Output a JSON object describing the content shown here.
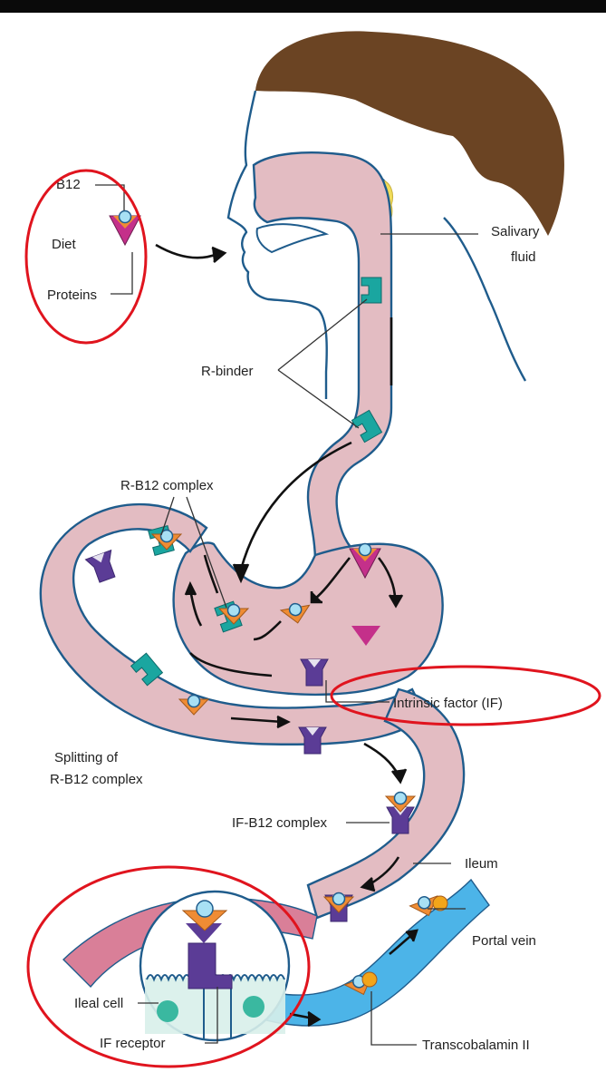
{
  "labels": {
    "b12": "B12",
    "diet": "Diet",
    "proteins": "Proteins",
    "salivary_line1": "Salivary",
    "salivary_line2": "fluid",
    "r_binder": "R-binder",
    "rb12_complex": "R-B12 complex",
    "intrinsic_factor": "Intrinsic factor (IF)",
    "splitting_line1": "Splitting of",
    "splitting_line2": "R-B12 complex",
    "if_b12_complex": "IF-B12 complex",
    "ileum": "Ileum",
    "portal_vein": "Portal vein",
    "ileal_cell": "Ileal cell",
    "if_receptor": "IF receptor",
    "transcobalamin": "Transcobalamin II"
  },
  "colors": {
    "hair": "#6b4423",
    "tract_fill": "#e3bcc2",
    "tract_outline": "#1f5c8c",
    "saliva": "#f0dc5a",
    "r_binder": "#1aa6a0",
    "intrinsic_factor": "#5b3c96",
    "protein": "#c4308a",
    "b12_orange": "#ef8c34",
    "b12_ball": "#a8e0f4",
    "vein": "#4cb4e8",
    "transcobalamin": "#f2a51a",
    "highlight_ring": "#e0141e"
  }
}
